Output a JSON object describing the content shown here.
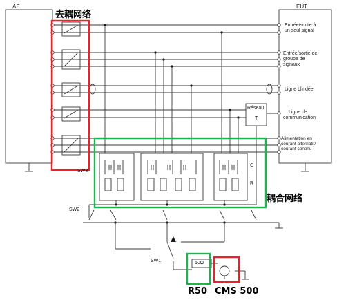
{
  "labels": {
    "ae": "AE",
    "eut": "EUT",
    "decoupling_network": "去耦网络",
    "coupling_network": "耦合网络",
    "r50": "R50",
    "cms500": "CMS 500",
    "sw1": "SW1",
    "sw2": "SW2",
    "sw3": "SW3",
    "c": "C",
    "r": "R",
    "reseau": "Réseau",
    "reseau_t": "T",
    "ohm": "50Ω"
  },
  "eut_ports": [
    {
      "line1": "Entrée/sortie à",
      "line2": "un seul signal"
    },
    {
      "line1": "Entrée/sortie de",
      "line2": "groupe de",
      "line3": "signaux"
    },
    {
      "line1": "Ligne blindée"
    },
    {
      "line1": "Ligne de",
      "line2": "communication"
    },
    {
      "line1": "Alimentation en",
      "line2": "courant alternatif/",
      "line3": "courant continu"
    }
  ],
  "colors": {
    "decoupling_box": "#e8232a",
    "coupling_box": "#1db34f",
    "r50_box": "#1db34f",
    "cms_box": "#e8232a",
    "wire": "#3a3a3a"
  }
}
